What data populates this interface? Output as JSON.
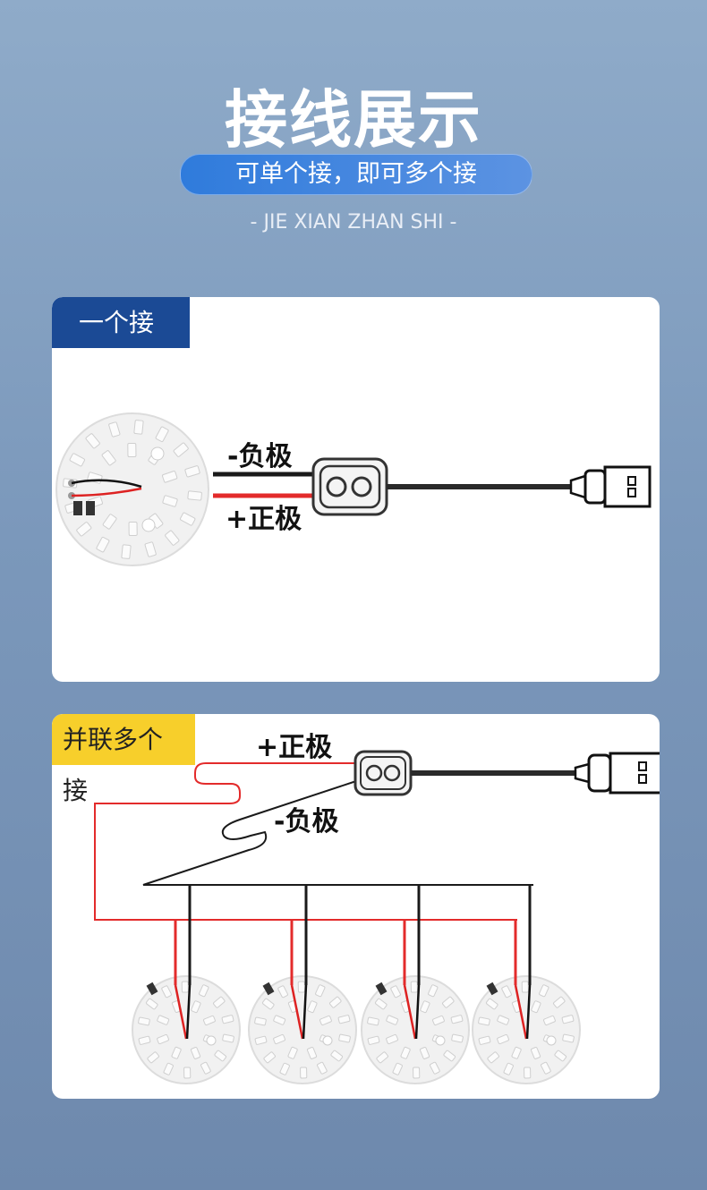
{
  "header": {
    "title": "接线展示",
    "subtitle": "可单个接，即可多个接",
    "subtitle_en": "- JIE XIAN ZHAN SHI -"
  },
  "single": {
    "tag": "一个接",
    "negative_label": "-负极",
    "positive_label": "+正极"
  },
  "parallel": {
    "tag": "并联多个接",
    "positive_label": "+正极",
    "negative_label": "-负极",
    "light_count": 4
  },
  "colors": {
    "navy": "#1b4a95",
    "yellow": "#f7cf2b",
    "wire_red": "#e32b2b",
    "wire_black": "#1a1a1a"
  }
}
